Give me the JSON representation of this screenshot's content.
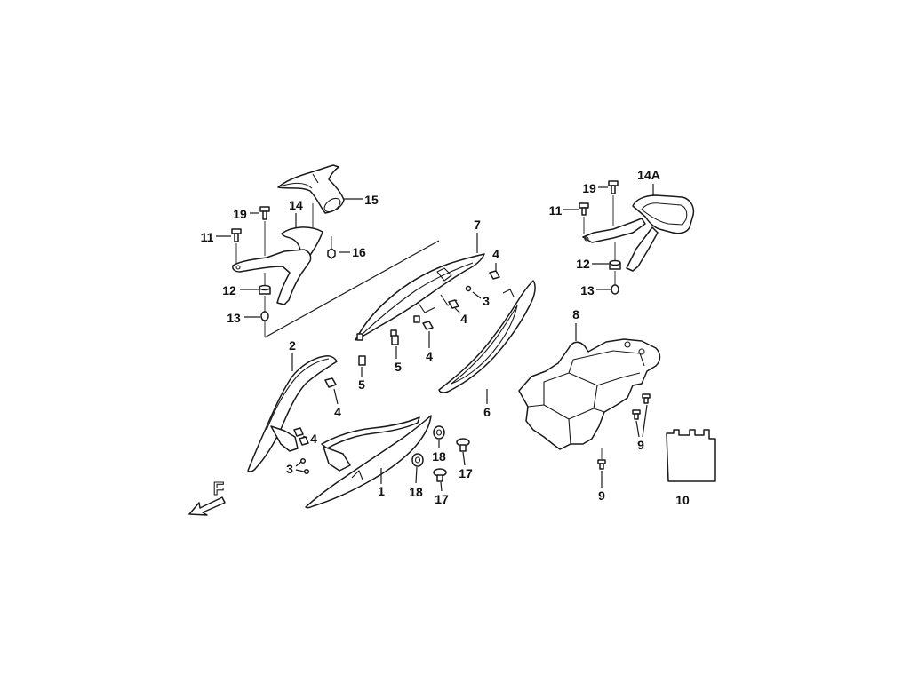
{
  "colors": {
    "line": "#1a1a1a",
    "background": "#ffffff"
  },
  "diagram": {
    "callouts": [
      "15",
      "19",
      "14",
      "11",
      "16",
      "12",
      "13",
      "7",
      "4",
      "3",
      "4",
      "5",
      "4",
      "5",
      "2",
      "4",
      "4",
      "3",
      "1",
      "18",
      "17",
      "18",
      "17",
      "6",
      "8",
      "9",
      "9",
      "10",
      "14A",
      "19",
      "11",
      "12",
      "13"
    ],
    "front_arrow_label": "F"
  }
}
